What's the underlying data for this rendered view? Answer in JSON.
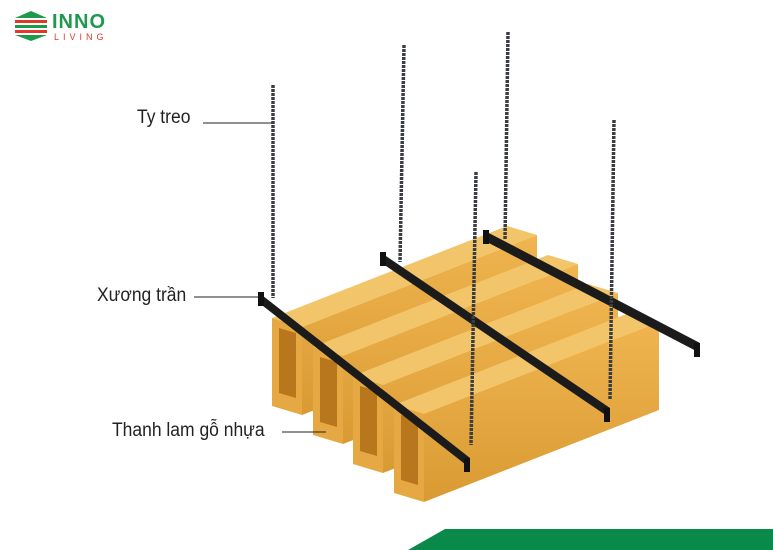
{
  "logo": {
    "line1": "INNO",
    "line2": "LIVING",
    "colors": {
      "green": "#1e9a4c",
      "red": "#e0392b"
    }
  },
  "labels": {
    "rod": "Ty treo",
    "frame": "Xương trần",
    "slat": "Thanh lam gỗ nhựa"
  },
  "colors": {
    "wood": "#e3a23a",
    "wood_dark": "#b9771d",
    "rail": "#1b1b1b",
    "band": "#0a8a4a"
  }
}
